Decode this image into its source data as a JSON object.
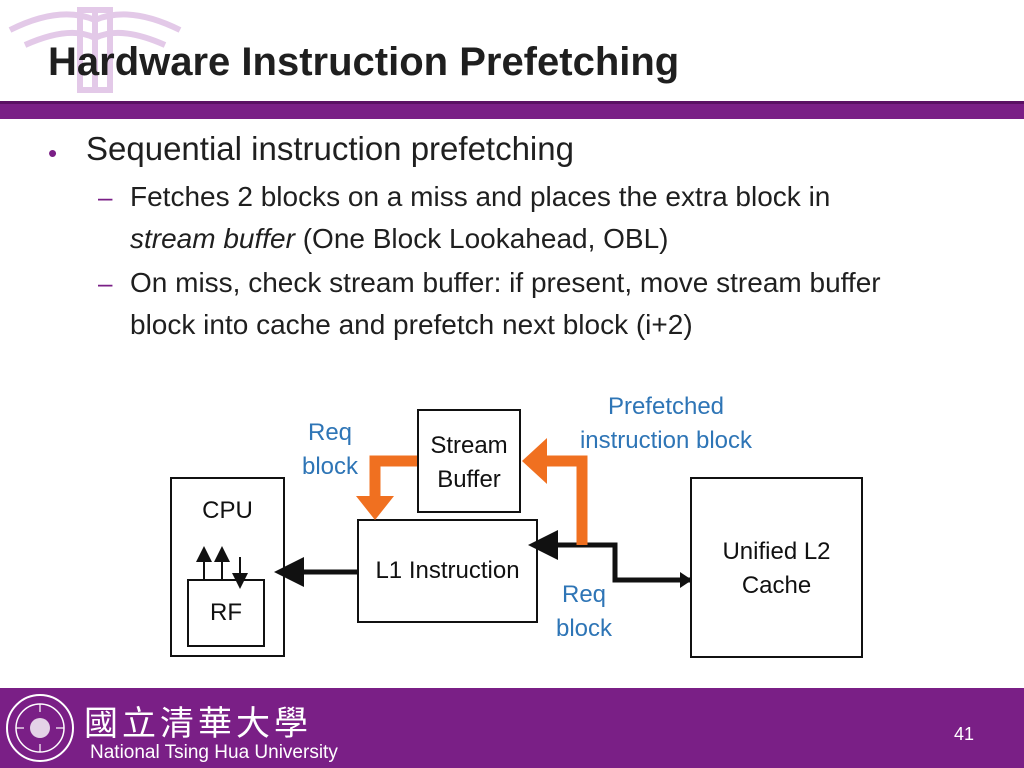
{
  "slide": {
    "title": "Hardware Instruction Prefetching",
    "bullet": "Sequential instruction prefetching",
    "sub1_line1": "Fetches 2 blocks on a miss and places the extra block in",
    "sub1_line2_em": "stream buffer",
    "sub1_line2_rest": " (One Block Lookahead,  OBL)",
    "sub2_line1": "On miss, check stream buffer: if present, move stream buffer",
    "sub2_line2": "block into cache and prefetch next block (i+2)"
  },
  "diagram": {
    "cpu_label": "CPU",
    "rf_label": "RF",
    "l1_label": "L1 Instruction",
    "stream_buffer_line1": "Stream",
    "stream_buffer_line2": "Buffer",
    "l2_line1": "Unified L2",
    "l2_line2": "Cache",
    "req_block_top_line1": "Req",
    "req_block_top_line2": "block",
    "prefetched_line1": "Prefetched",
    "prefetched_line2": "instruction block",
    "req_block_bottom_line1": "Req",
    "req_block_bottom_line2": "block",
    "colors": {
      "orange": "#f07020",
      "blue_label": "#2e75b6",
      "accent": "#7a1f86"
    }
  },
  "footer": {
    "university_cn": "國立清華大學",
    "university_en": "National Tsing Hua University",
    "page_number": "41"
  }
}
